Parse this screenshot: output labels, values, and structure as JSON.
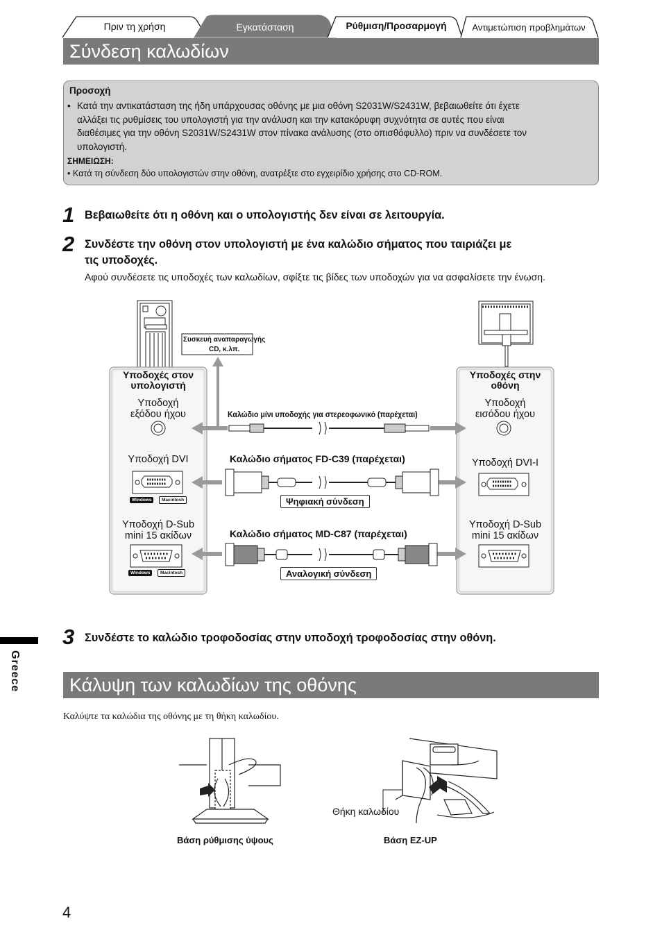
{
  "tabs": [
    {
      "label": "Πριν τη χρήση",
      "active": false
    },
    {
      "label": "Εγκατάσταση",
      "active": true
    },
    {
      "label": "Ρύθμιση/Προσαρμογή",
      "active": false
    },
    {
      "label": "Αντιμετώπιση προβλημάτων",
      "active": false
    }
  ],
  "section1": {
    "title": "Σύνδεση καλωδίων"
  },
  "caution": {
    "title": "Προσοχή",
    "bullet_lines": [
      "Κατά την αντικατάσταση της ήδη υπάρχουσας οθόνης με μια οθόνη S2031W/S2431W, βεβαιωθείτε ότι έχετε",
      "αλλάξει τις ρυθμίσεις του υπολογιστή για την ανάλυση και την κατακόρυφη συχνότητα σε αυτές που είναι",
      "διαθέσιμες για την οθόνη S2031W/S2431W στον πίνακα ανάλυσης (στο οπισθόφυλλο) πριν να συνδέσετε τον",
      "υπολογιστή."
    ],
    "note_label": "ΣΗΜΕΙΩΣΗ:",
    "note_text": "• Κατά τη σύνδεση δύο υπολογιστών στην οθόνη, ανατρέξτε στο εγχειρίδιο χρήσης στο CD-ROM."
  },
  "steps": [
    {
      "num": "1",
      "text": "Βεβαιωθείτε ότι η οθόνη και ο υπολογιστής δεν είναι σε λειτουργία."
    },
    {
      "num": "2",
      "text_line1": "Συνδέστε την οθόνη στον υπολογιστή με ένα καλώδιο σήματος που ταιριάζει με",
      "text_line2": "τις υποδοχές.",
      "sub": "Αφού συνδέσετε τις υποδοχές των καλωδίων, σφίξτε τις βίδες των υποδοχών για να ασφαλίσετε την ένωση."
    },
    {
      "num": "3",
      "text": "Συνδέστε το καλώδιο τροφοδοσίας στην υποδοχή τροφοδοσίας στην οθόνη."
    }
  ],
  "diagram": {
    "cd_device_line1": "Συσκευή αναπαραγωγής",
    "cd_device_line2": "CD, κ.λπ.",
    "pc_panel_title_line1": "Υποδοχές στον",
    "pc_panel_title_line2": "υπολογιστή",
    "monitor_panel_title_line1": "Υποδοχές στην",
    "monitor_panel_title_line2": "οθόνη",
    "pc_audio_line1": "Υποδοχή",
    "pc_audio_line2": "εξόδου ήχου",
    "mon_audio_line1": "Υποδοχή",
    "mon_audio_line2": "εισόδου ήχου",
    "audio_cable": "Καλώδιο μίνι υποδοχής για στερεοφωνικό (παρέχεται)",
    "pc_dvi": "Υποδοχή DVI",
    "mon_dvi": "Υποδοχή DVI-I",
    "dvi_cable": "Καλώδιο σήματος FD-C39 (παρέχεται)",
    "digital_label": "Ψηφιακή σύνδεση",
    "pc_dsub_line1": "Υποδοχή D-Sub",
    "pc_dsub_line2": "mini 15 ακίδων",
    "mon_dsub_line1": "Υποδοχή D-Sub",
    "mon_dsub_line2": "mini 15 ακίδων",
    "dsub_cable": "Καλώδιο σήματος MD-C87 (παρέχεται)",
    "analog_label": "Αναλογική σύνδεση",
    "os_windows": "Windows",
    "os_macintosh": "Macintosh"
  },
  "side_tab": {
    "label": "Greece"
  },
  "section2": {
    "title": "Κάλυψη των καλωδίων της οθόνης"
  },
  "cover_text": "Καλύψτε τα καλώδια της οθόνης με τη θήκη καλωδίου.",
  "cover_figs": {
    "holder_label": "Θήκη καλωδίου",
    "left_caption": "Βάση ρύθμισης ύψους",
    "right_caption": "Βάση EZ-UP"
  },
  "page_number": "4"
}
